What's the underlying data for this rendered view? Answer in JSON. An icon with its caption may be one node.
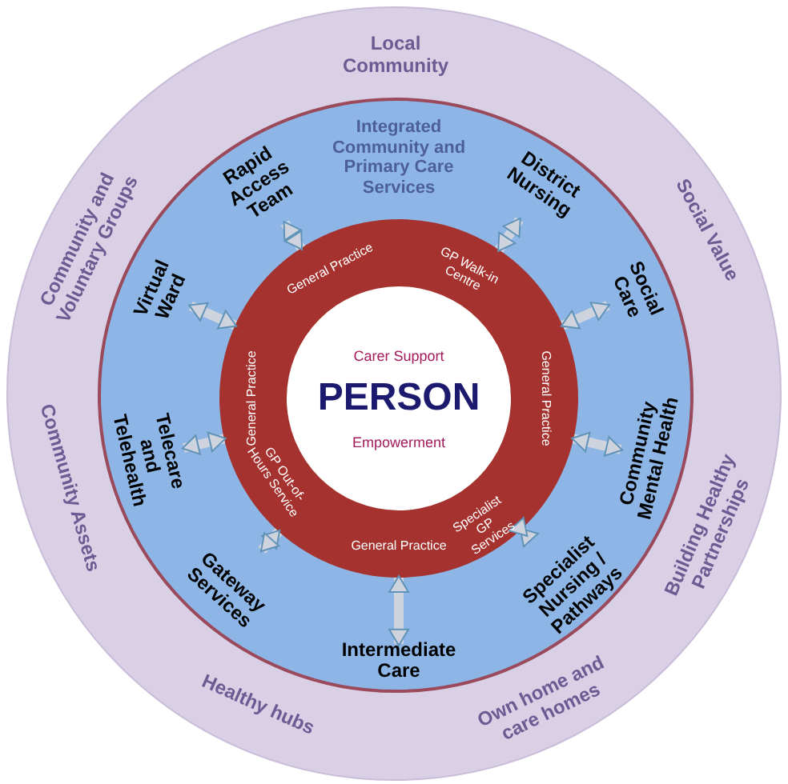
{
  "diagram": {
    "nodes": [
      {
        "text": [
          "Local Community",
          "Social Value",
          "Building Healthy Partnerships",
          "Own home and care homes",
          "Healthy hubs",
          "Community Assets",
          "Community and Voluntary Groups"
        ]
      },
      {
        "text": [
          "Integrated Community and Primary Care Services"
        ],
        "in": 0
      },
      {
        "text": [
          "General Practice",
          "GP Walk-in Centre",
          "General Practice",
          "Specialist GP Services",
          "General Practice",
          "GP Out-of-Hours Service",
          "General Practice"
        ],
        "in": 1
      },
      {
        "text": [
          "Carer Support",
          "PERSON",
          "Empowerment"
        ],
        "in": 2
      },
      {
        "text": [
          "Rapid Access Team"
        ],
        "in": 1
      },
      {
        "text": [
          "District Nursing"
        ],
        "in": 1
      },
      {
        "text": [
          "Social Care"
        ],
        "in": 1
      },
      {
        "text": [
          "Community Mental Health"
        ],
        "in": 1
      },
      {
        "text": [
          "Specialist Nursing / Pathways"
        ],
        "in": 1
      },
      {
        "text": [
          "Intermediate Care"
        ],
        "in": 1
      },
      {
        "text": [
          "Gateway Services"
        ],
        "in": 1
      },
      {
        "text": [
          "Telecare and Telehealth"
        ],
        "in": 1
      },
      {
        "text": [
          "Virtual Ward"
        ],
        "in": 1
      }
    ],
    "edges": [
      {
        "from": 2,
        "to": 4,
        "arrow": "both"
      },
      {
        "from": 2,
        "to": 5,
        "arrow": "both"
      },
      {
        "from": 2,
        "to": 6,
        "arrow": "both"
      },
      {
        "from": 2,
        "to": 7,
        "arrow": "both"
      },
      {
        "from": 2,
        "to": 8,
        "arrow": "both"
      },
      {
        "from": 2,
        "to": 9,
        "arrow": "both"
      },
      {
        "from": 2,
        "to": 10,
        "arrow": "both"
      },
      {
        "from": 2,
        "to": 11,
        "arrow": "both"
      },
      {
        "from": 2,
        "to": 12,
        "arrow": "both"
      }
    ]
  }
}
